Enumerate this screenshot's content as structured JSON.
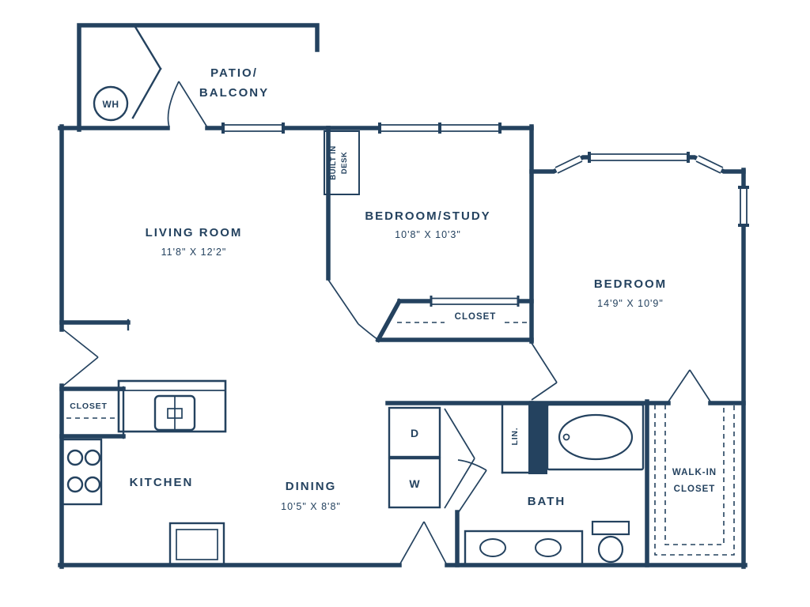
{
  "colors": {
    "wall": "#24425f",
    "background": "#ffffff"
  },
  "rooms": {
    "patio": {
      "name_line1": "PATIO/",
      "name_line2": "BALCONY"
    },
    "living_room": {
      "name": "LIVING ROOM",
      "dims": "11'8\" X 12'2\""
    },
    "bedroom_study": {
      "name": "BEDROOM/STUDY",
      "dims": "10'8\" X 10'3\""
    },
    "bedroom": {
      "name": "BEDROOM",
      "dims": "14'9\" X 10'9\""
    },
    "kitchen": {
      "name": "KITCHEN"
    },
    "dining": {
      "name": "DINING",
      "dims": "10'5\" X 8'8\""
    },
    "bath": {
      "name": "BATH"
    },
    "walk_in_closet": {
      "name_line1": "WALK-IN",
      "name_line2": "CLOSET"
    },
    "study_closet": {
      "name": "CLOSET"
    },
    "entry_closet": {
      "name": "CLOSET"
    }
  },
  "fixtures": {
    "water_heater": {
      "label": "WH"
    },
    "dryer": {
      "label": "D"
    },
    "washer": {
      "label": "W"
    },
    "linen_closet": {
      "label": "LIN."
    },
    "built_in_desk": {
      "label_line1": "BUILT IN",
      "label_line2": "DESK"
    }
  }
}
